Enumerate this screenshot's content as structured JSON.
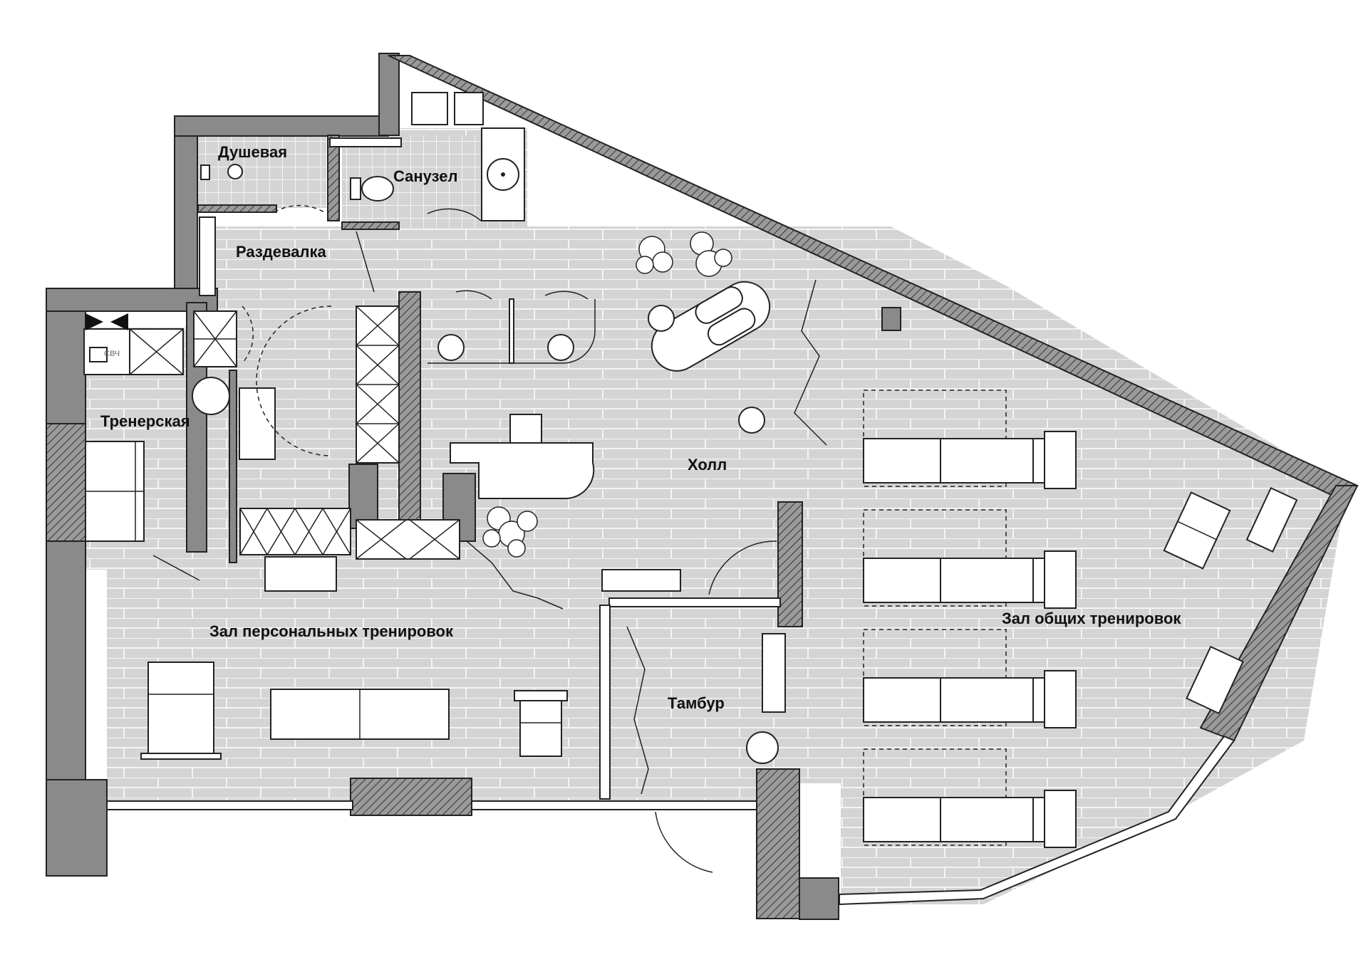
{
  "plan": {
    "rooms": {
      "shower": "Душевая",
      "toilet": "Санузел",
      "locker_room": "Раздевалка",
      "coach_room": "Тренерская",
      "hall": "Холл",
      "personal_training_hall": "Зал персональных тренировок",
      "vestibule": "Тамбур",
      "group_training_hall": "Зал общих тренировок"
    },
    "appliances": {
      "microwave": "СВЧ"
    }
  },
  "colors": {
    "wall_hatch": "#555555",
    "floor": "#d4d4d4",
    "solid_column": "#8a8a8a",
    "furniture": "#ffffff"
  }
}
